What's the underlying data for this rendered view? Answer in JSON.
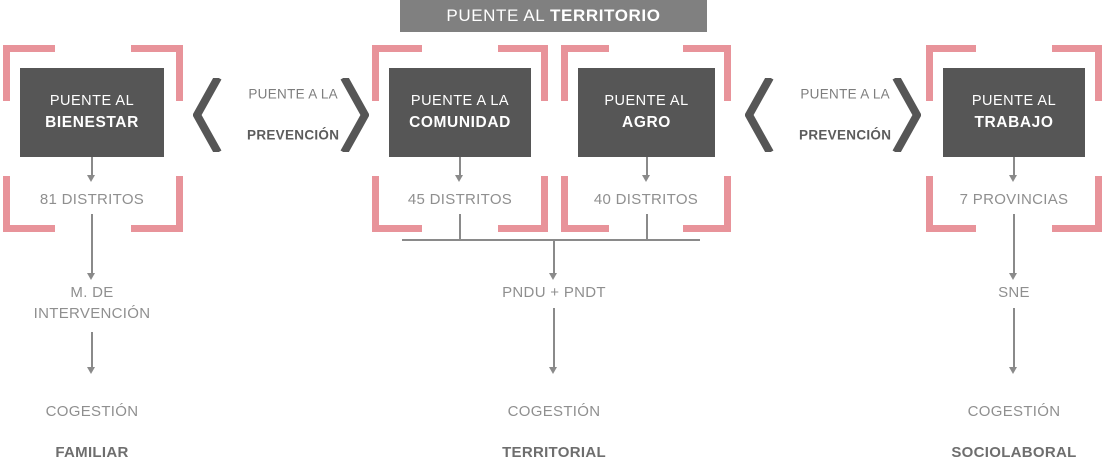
{
  "banner": {
    "light": "PUENTE AL ",
    "bold": "TERRITORIO"
  },
  "colors": {
    "bracket_pink": "#e8939a",
    "box_dark": "#565656",
    "banner_grey": "#808080",
    "text_grey": "#8f8f8f",
    "line_grey": "#8a8a8a"
  },
  "pillars": [
    {
      "box_line1": "PUENTE AL",
      "box_line2": "BIENESTAR",
      "count": "81 DISTRITOS",
      "middle": "M. DE\nINTERVENCIÓN",
      "outcome_light": "COGESTIÓN",
      "outcome_bold": "FAMILIAR"
    },
    {
      "box_line1": "PUENTE A LA",
      "box_line2": "COMUNIDAD",
      "count": "45 DISTRITOS"
    },
    {
      "box_line1": "PUENTE AL",
      "box_line2": "AGRO",
      "count": "40 DISTRITOS"
    },
    {
      "box_line1": "PUENTE AL",
      "box_line2": "TRABAJO",
      "count": "7 PROVINCIAS",
      "middle": "SNE",
      "outcome_light": "COGESTIÓN",
      "outcome_bold": "SOCIOLABORAL"
    }
  ],
  "center_group": {
    "middle": "PNDU + PNDT",
    "outcome_light": "COGESTIÓN",
    "outcome_bold": "TERRITORIAL"
  },
  "connectors": [
    {
      "line1": "PUENTE A LA",
      "line2": "PREVENCIÓN"
    },
    {
      "line1": "PUENTE A LA",
      "line2": "PREVENCIÓN"
    }
  ]
}
